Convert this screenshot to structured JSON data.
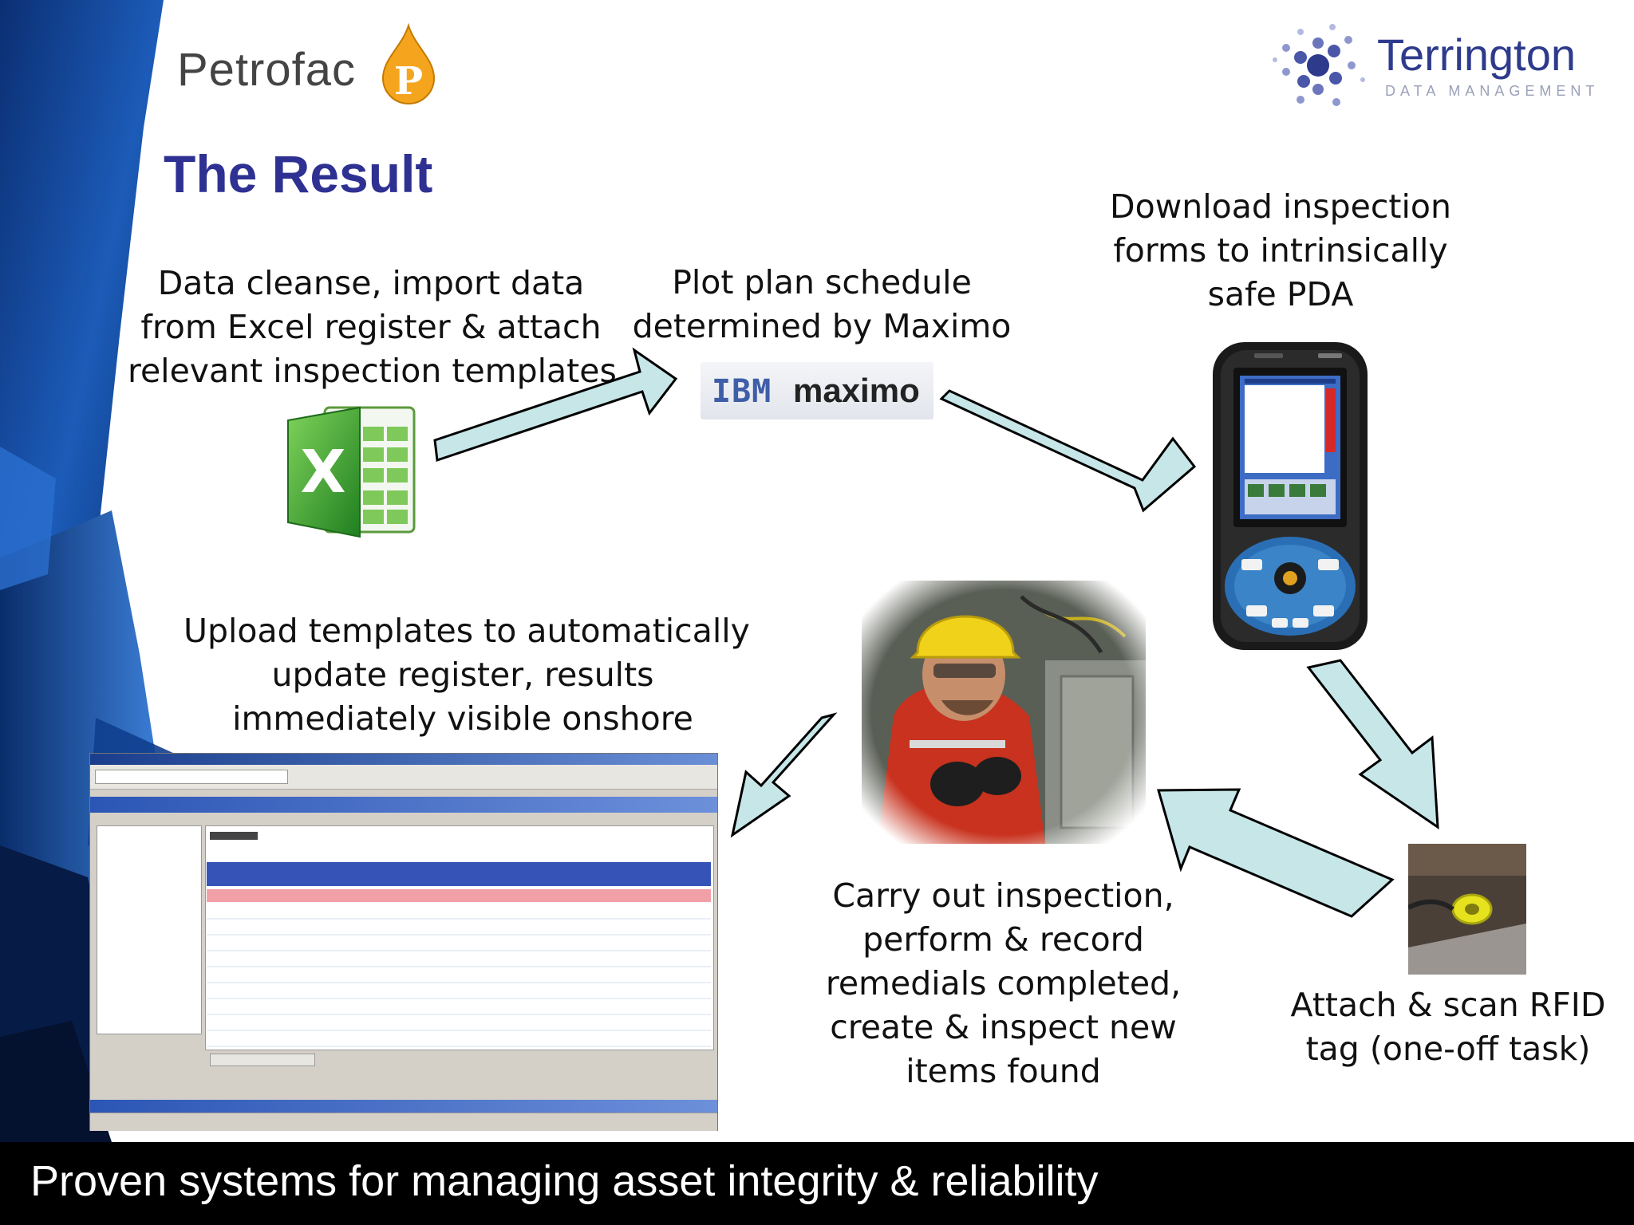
{
  "slide": {
    "title": "The Result",
    "footer": "Proven systems for managing asset integrity & reliability"
  },
  "logos": {
    "petrofac": {
      "name": "Petrofac",
      "icon": "petrofac-drop-icon"
    },
    "terrington": {
      "name": "Terrington",
      "tagline": "DATA MANAGEMENT",
      "icon": "terrington-dots-icon"
    },
    "maximo": {
      "brand": "IBM",
      "product": "maximo"
    }
  },
  "steps": [
    {
      "id": "cleanse",
      "lines": [
        "Data cleanse, import data",
        "from Excel register & attach",
        "relevant inspection templates"
      ],
      "icon": "excel-icon"
    },
    {
      "id": "schedule",
      "lines": [
        "Plot plan schedule",
        "determined by Maximo"
      ],
      "icon": "maximo-logo"
    },
    {
      "id": "download",
      "lines": [
        "Download inspection",
        "forms to intrinsically",
        "safe PDA"
      ],
      "icon": "pda-device-icon"
    },
    {
      "id": "rfid",
      "lines": [
        "Attach & scan RFID",
        "tag (one-off task)"
      ],
      "icon": "rfid-tag-photo"
    },
    {
      "id": "inspect",
      "lines": [
        "Carry out inspection,",
        "perform & record",
        "remedials completed,",
        "create & inspect new",
        "items found"
      ],
      "icon": "inspector-photo"
    },
    {
      "id": "upload",
      "lines": [
        "Upload templates to automatically",
        "update register, results",
        "immediately visible onshore"
      ],
      "icon": "register-screenshot"
    }
  ],
  "colors": {
    "title": "#2e3192",
    "arrow_fill": "#c6e6e8",
    "arrow_stroke": "#000000",
    "footer_bg": "#000000",
    "footer_text": "#ffffff",
    "background_blue": "#0a3a8c",
    "terrington_blue": "#2e3b8c"
  }
}
